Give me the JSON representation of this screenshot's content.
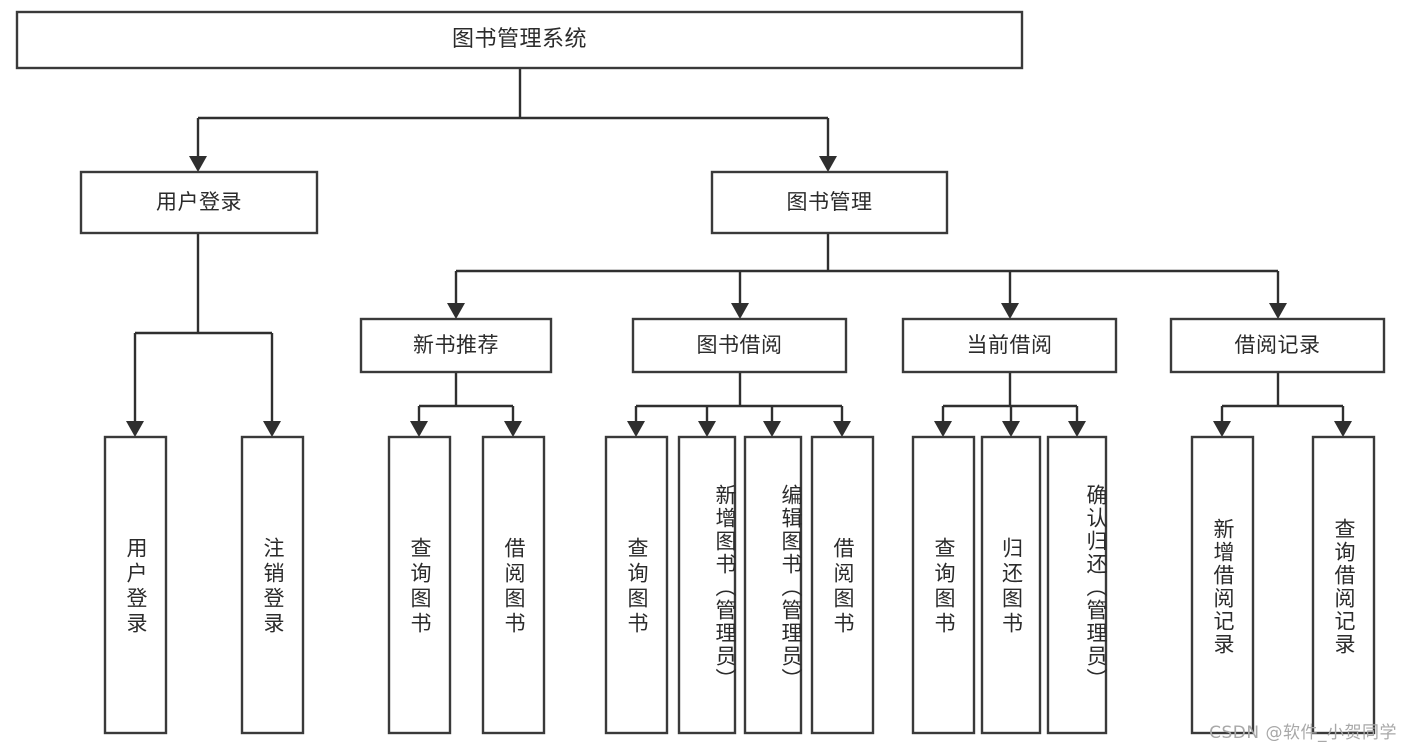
{
  "diagram": {
    "title": "图书管理系统",
    "type": "tree-hierarchy-diagram",
    "colors": {
      "box_stroke": "#3a3a3a",
      "box_fill": "#ffffff",
      "connector": "#2f2f2f",
      "text": "#2b2b2b",
      "watermark": "#a8a8a8",
      "background": "#ffffff"
    },
    "root": {
      "label": "图书管理系统"
    },
    "level2": [
      {
        "label": "用户登录"
      },
      {
        "label": "图书管理"
      }
    ],
    "level3": [
      {
        "label": "新书推荐"
      },
      {
        "label": "图书借阅"
      },
      {
        "label": "当前借阅"
      },
      {
        "label": "借阅记录"
      }
    ],
    "leaves": {
      "user_login": [
        {
          "label": "用户登录"
        },
        {
          "label": "注销登录"
        }
      ],
      "new_book_recommend": [
        {
          "label": "查询图书"
        },
        {
          "label": "借阅图书"
        }
      ],
      "book_borrow": [
        {
          "label": "查询图书"
        },
        {
          "label": "新增图书（管理员）"
        },
        {
          "label": "编辑图书（管理员）"
        },
        {
          "label": "借阅图书"
        }
      ],
      "current_borrow": [
        {
          "label": "查询图书"
        },
        {
          "label": "归还图书"
        },
        {
          "label": "确认归还（管理员）"
        }
      ],
      "borrow_record": [
        {
          "label": "新增借阅记录"
        },
        {
          "label": "查询借阅记录"
        }
      ]
    },
    "watermark": "CSDN @软件_小贺同学"
  }
}
